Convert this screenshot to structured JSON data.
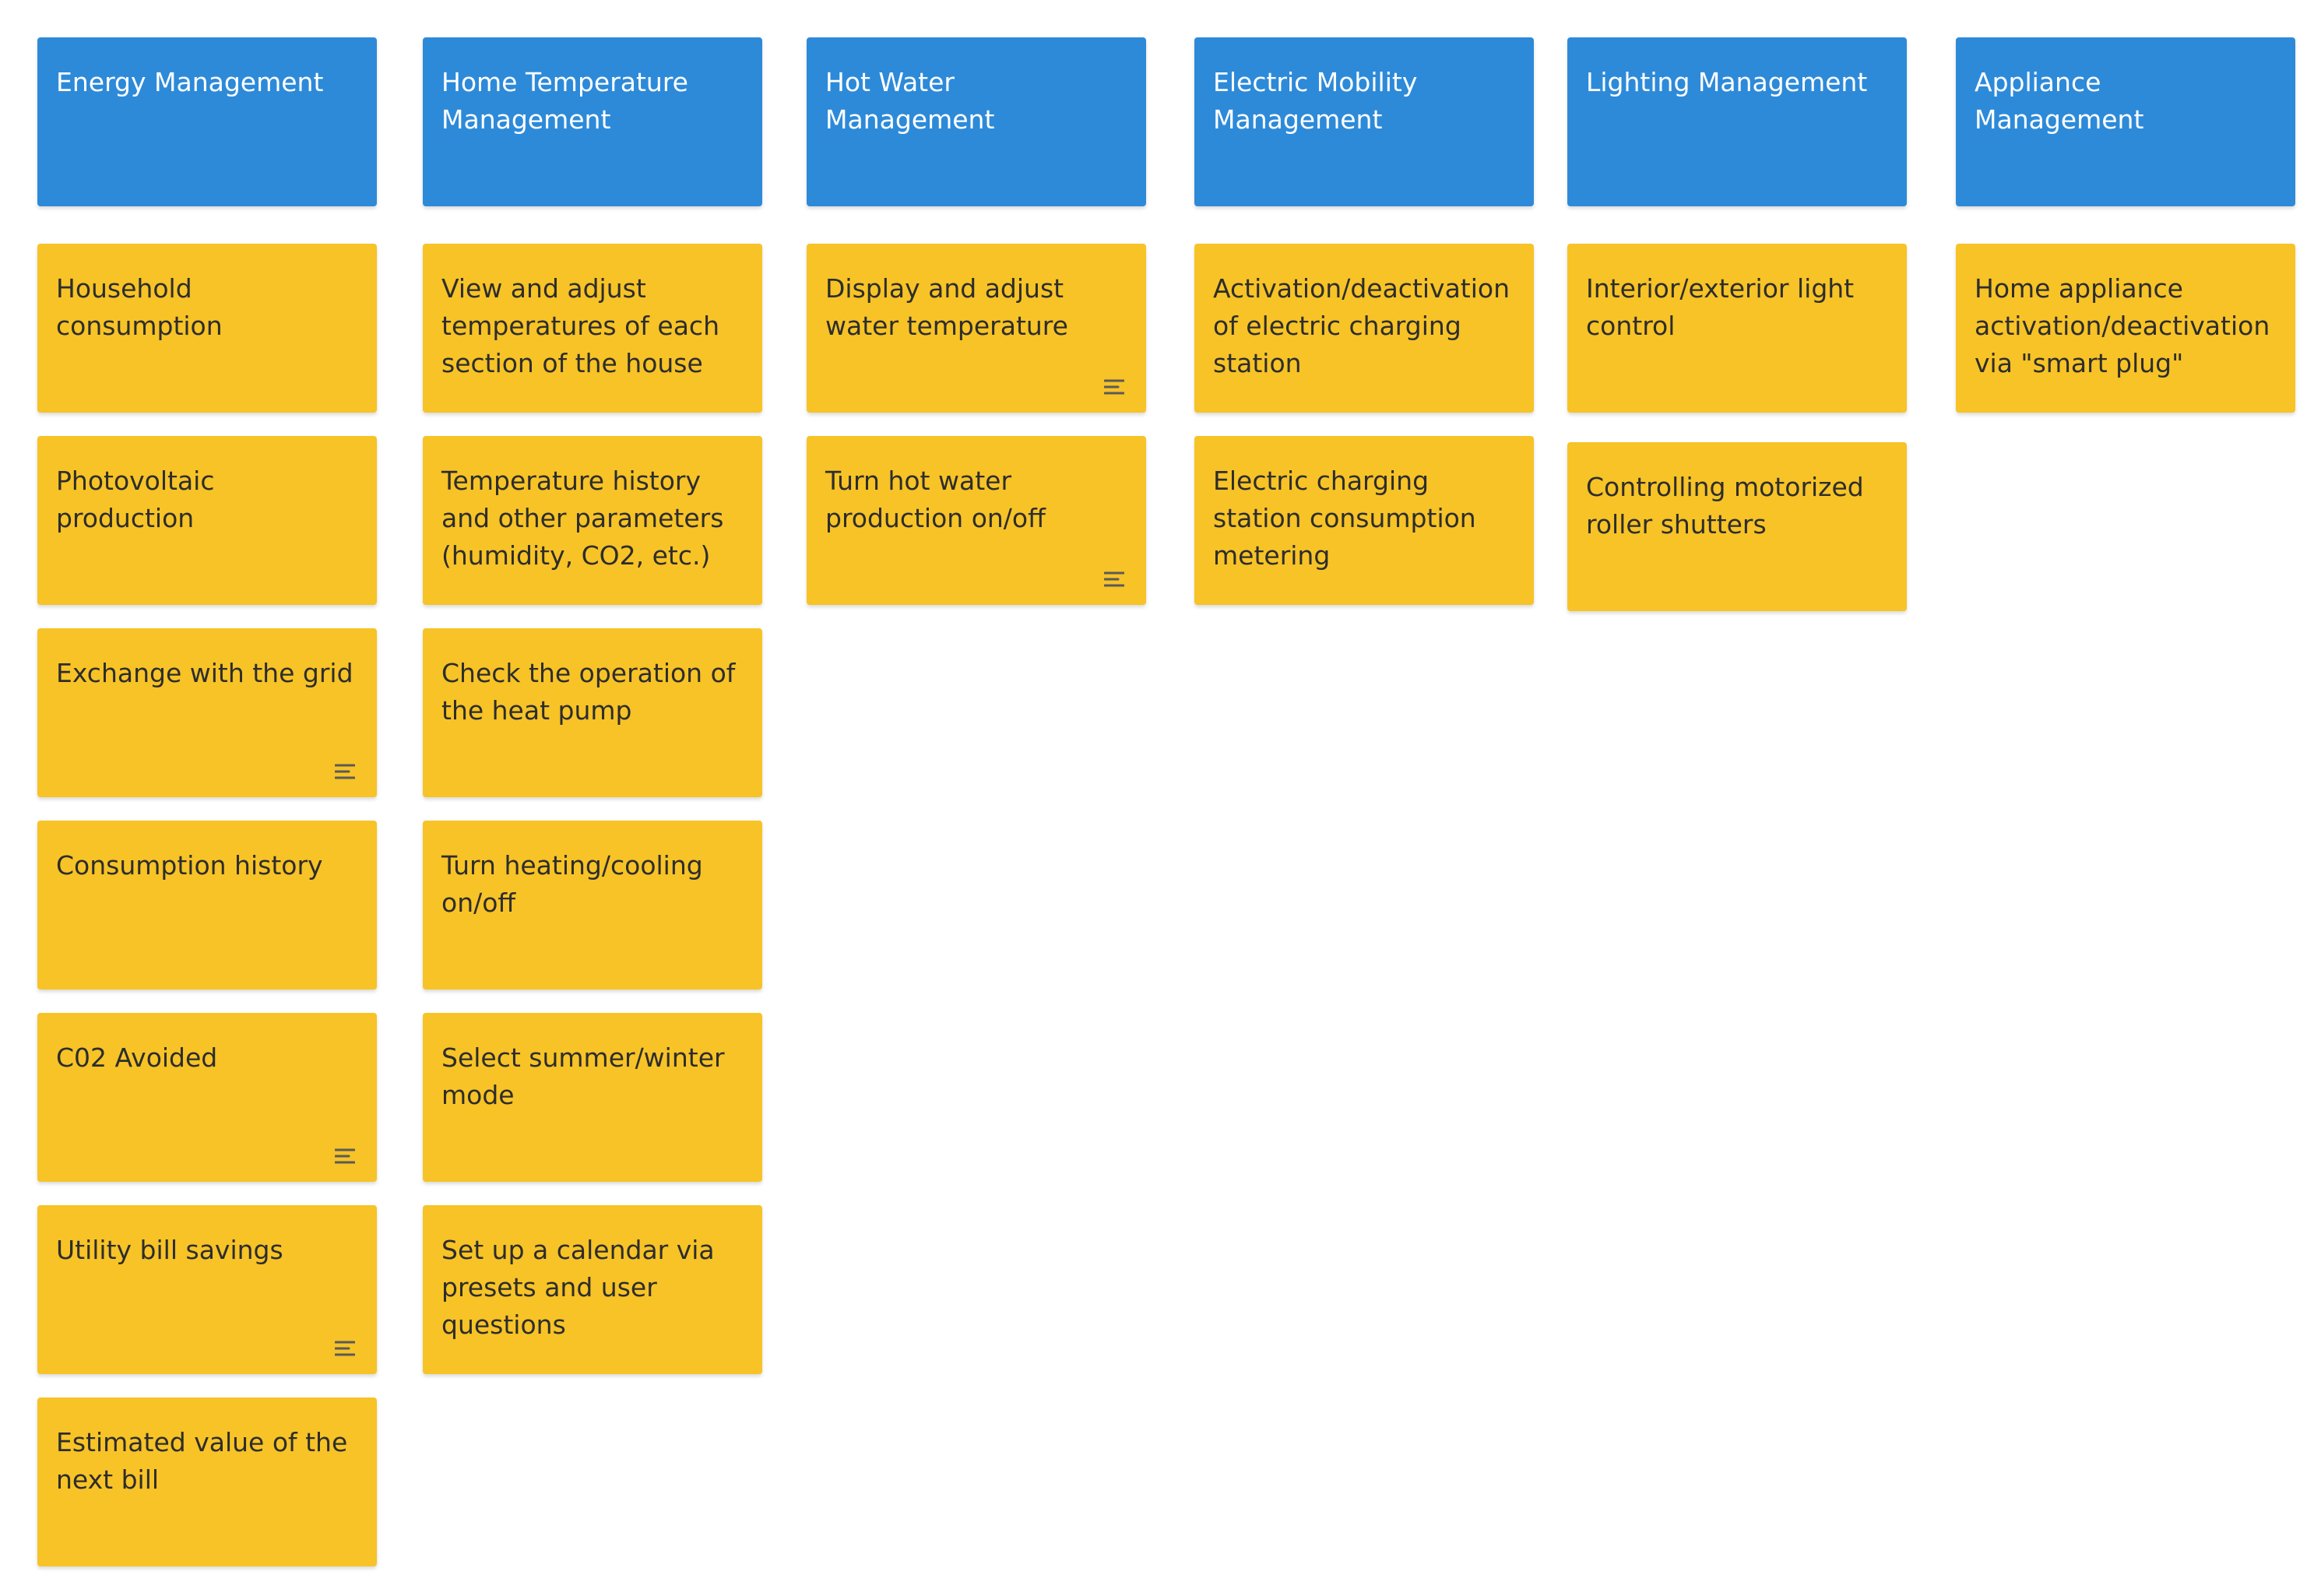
{
  "colors": {
    "header_bg": "#2d8ad9",
    "header_text": "#ffffff",
    "note_bg": "#f7c326",
    "note_text": "#2d2d2d",
    "icon": "#5a5a5a"
  },
  "columns": [
    {
      "header": "Energy Management",
      "cards": [
        {
          "text": "Household consumption",
          "icon": null
        },
        {
          "text": "Photovoltaic production",
          "icon": null
        },
        {
          "text": "Exchange with the grid",
          "icon": "description-lines-icon"
        },
        {
          "text": "Consumption history",
          "icon": null
        },
        {
          "text": "C02 Avoided",
          "icon": "description-lines-icon"
        },
        {
          "text": "Utility bill savings",
          "icon": "description-lines-icon"
        },
        {
          "text": "Estimated value of the next bill",
          "icon": null
        }
      ]
    },
    {
      "header": "Home Temperature Management",
      "cards": [
        {
          "text": "View and adjust temperatures of each section of the house",
          "icon": null
        },
        {
          "text": "Temperature history and other parameters (humidity, CO2, etc.)",
          "icon": null
        },
        {
          "text": "Check the operation of the heat pump",
          "icon": null
        },
        {
          "text": "Turn heating/cooling on/off",
          "icon": null
        },
        {
          "text": "Select summer/winter mode",
          "icon": null
        },
        {
          "text": "Set up a calendar via presets and user questions",
          "icon": null
        }
      ]
    },
    {
      "header": "Hot Water Management",
      "cards": [
        {
          "text": "Display and adjust water temperature",
          "icon": "description-lines-icon"
        },
        {
          "text": "Turn hot water production on/off",
          "icon": "description-lines-icon"
        }
      ]
    },
    {
      "header": "Electric Mobility Management",
      "cards": [
        {
          "text": "Activation/deactivation of electric charging station",
          "icon": null
        },
        {
          "text": "Electric charging station consumption metering",
          "icon": null
        }
      ]
    },
    {
      "header": "Lighting Management",
      "cards": [
        {
          "text": "Interior/exterior light control",
          "icon": null
        },
        {
          "text": "Controlling motorized roller shutters",
          "icon": null
        }
      ]
    },
    {
      "header": "Appliance Management",
      "cards": [
        {
          "text": "Home appliance activation/deactivation via \"smart plug\"",
          "icon": null
        }
      ]
    }
  ]
}
